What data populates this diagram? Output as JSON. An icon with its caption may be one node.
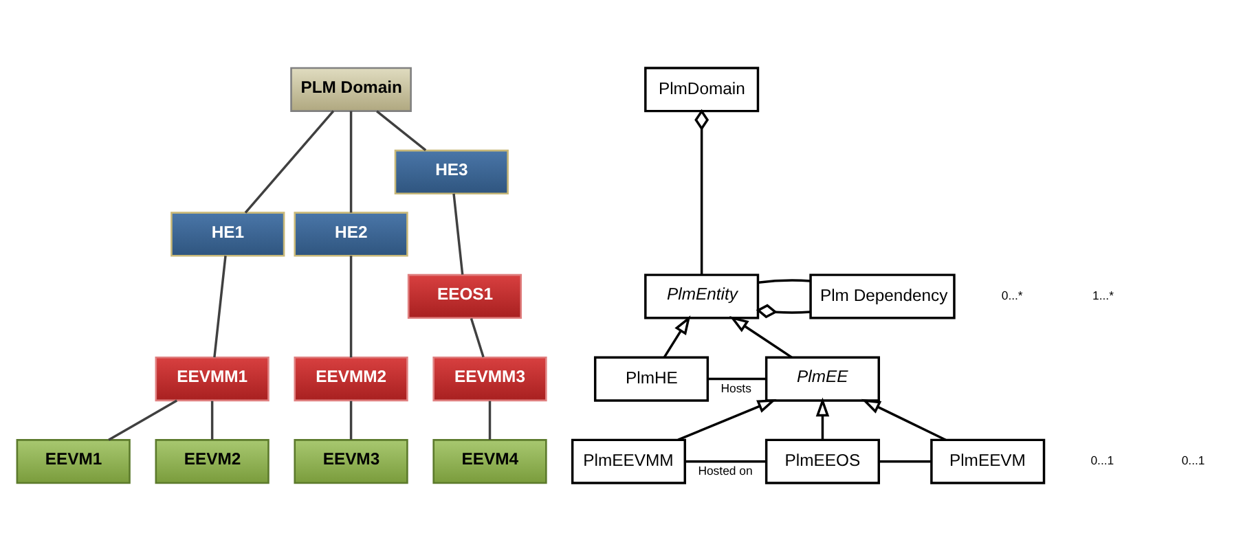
{
  "diagram": {
    "nodes": [
      {
        "text": [
          "PLM Domain"
        ]
      },
      {
        "text": [
          "HE1"
        ]
      },
      {
        "text": [
          "HE2"
        ]
      },
      {
        "text": [
          "HE3"
        ]
      },
      {
        "text": [
          "EEVMM1"
        ]
      },
      {
        "text": [
          "EEVMM2"
        ]
      },
      {
        "text": [
          "EEOS1"
        ]
      },
      {
        "text": [
          "EEVMM3"
        ]
      },
      {
        "text": [
          "EEVM1"
        ]
      },
      {
        "text": [
          "EEVM2"
        ]
      },
      {
        "text": [
          "EEVM3"
        ]
      },
      {
        "text": [
          "EEVM4"
        ]
      },
      {
        "text": [
          "PlmDomain"
        ]
      },
      {
        "text": [
          "Plm Dependency"
        ]
      },
      {
        "text": [
          "PlmEntity"
        ]
      },
      {
        "text": [
          "PlmHE"
        ]
      },
      {
        "text": [
          "PlmEE"
        ]
      },
      {
        "text": [
          "PlmEEVMM"
        ]
      },
      {
        "text": [
          "PlmEEOS"
        ]
      },
      {
        "text": [
          "PlmEEVM"
        ]
      }
    ],
    "edges": [
      {
        "from": 1,
        "to": 0,
        "arrow": "none"
      },
      {
        "from": 2,
        "to": 0,
        "arrow": "none"
      },
      {
        "from": 3,
        "to": 0,
        "arrow": "none"
      },
      {
        "from": 4,
        "to": 1,
        "arrow": "none"
      },
      {
        "from": 5,
        "to": 2,
        "arrow": "none"
      },
      {
        "from": 6,
        "to": 3,
        "arrow": "none"
      },
      {
        "from": 7,
        "to": 6,
        "arrow": "none"
      },
      {
        "from": 8,
        "to": 4,
        "arrow": "none"
      },
      {
        "from": 9,
        "to": 4,
        "arrow": "none"
      },
      {
        "from": 10,
        "to": 5,
        "arrow": "none"
      },
      {
        "from": 11,
        "to": 7,
        "arrow": "none"
      },
      {
        "from": 14,
        "to": 12,
        "arrow": "other"
      },
      {
        "from": 13,
        "to": 14,
        "arrow": "none"
      },
      {
        "from": 13,
        "to": 14,
        "arrow": "other"
      },
      {
        "from": 15,
        "to": 14,
        "arrow": "to"
      },
      {
        "from": 16,
        "to": 14,
        "arrow": "to"
      },
      {
        "from": 15,
        "to": 16,
        "arrow": "none",
        "label": "Hosts"
      },
      {
        "from": 17,
        "to": 16,
        "arrow": "to"
      },
      {
        "from": 18,
        "to": 16,
        "arrow": "to"
      },
      {
        "from": 19,
        "to": 16,
        "arrow": "to"
      },
      {
        "from": 17,
        "to": 18,
        "arrow": "none",
        "label": "Hosted on"
      },
      {
        "from": 18,
        "to": 19,
        "arrow": "none"
      }
    ],
    "labels": [
      "0...*",
      "1...*",
      "0...1",
      "0...1"
    ]
  }
}
